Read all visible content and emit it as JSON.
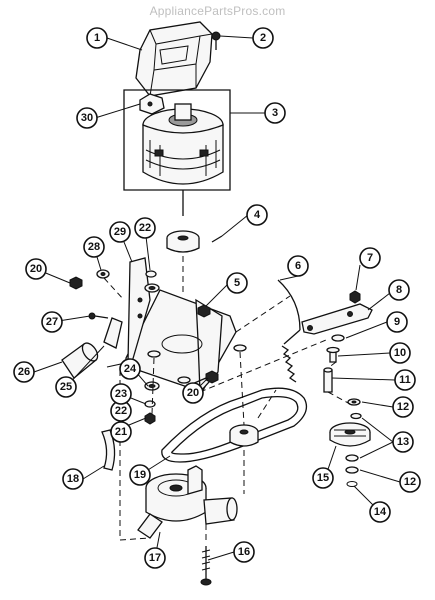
{
  "watermark": "AppliancePartsPros.com",
  "callouts": [
    {
      "id": "c1",
      "label": "1"
    },
    {
      "id": "c2",
      "label": "2"
    },
    {
      "id": "c3",
      "label": "3"
    },
    {
      "id": "c4",
      "label": "4"
    },
    {
      "id": "c5",
      "label": "5"
    },
    {
      "id": "c6",
      "label": "6"
    },
    {
      "id": "c7",
      "label": "7"
    },
    {
      "id": "c8",
      "label": "8"
    },
    {
      "id": "c9",
      "label": "9"
    },
    {
      "id": "c10",
      "label": "10"
    },
    {
      "id": "c11",
      "label": "11"
    },
    {
      "id": "c12a",
      "label": "12"
    },
    {
      "id": "c12b",
      "label": "12"
    },
    {
      "id": "c13",
      "label": "13"
    },
    {
      "id": "c14",
      "label": "14"
    },
    {
      "id": "c15",
      "label": "15"
    },
    {
      "id": "c16",
      "label": "16"
    },
    {
      "id": "c17",
      "label": "17"
    },
    {
      "id": "c18",
      "label": "18"
    },
    {
      "id": "c19",
      "label": "19"
    },
    {
      "id": "c20a",
      "label": "20"
    },
    {
      "id": "c20b",
      "label": "20"
    },
    {
      "id": "c21",
      "label": "21"
    },
    {
      "id": "c22a",
      "label": "22"
    },
    {
      "id": "c22b",
      "label": "22"
    },
    {
      "id": "c23",
      "label": "23"
    },
    {
      "id": "c24",
      "label": "24"
    },
    {
      "id": "c25",
      "label": "25"
    },
    {
      "id": "c26",
      "label": "26"
    },
    {
      "id": "c27",
      "label": "27"
    },
    {
      "id": "c28",
      "label": "28"
    },
    {
      "id": "c29",
      "label": "29"
    },
    {
      "id": "c30",
      "label": "30"
    }
  ]
}
